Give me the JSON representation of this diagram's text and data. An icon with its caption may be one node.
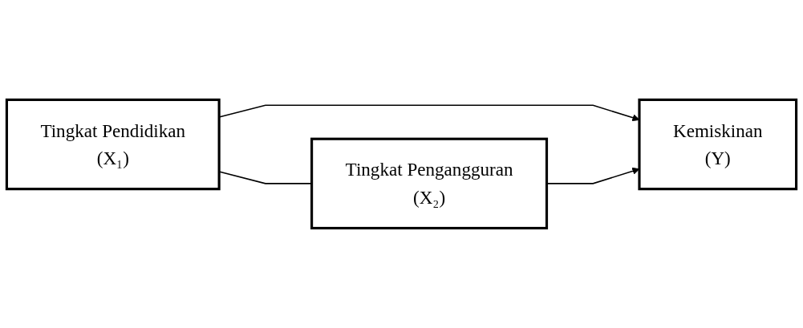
{
  "diagram": {
    "nodes": [
      {
        "text": [
          "Tingkat Pendidikan",
          "(X₁)"
        ]
      },
      {
        "text": [
          "Tingkat Pengangguran",
          "(X₂)"
        ]
      },
      {
        "text": [
          "Kemiskinan",
          "(Y)"
        ]
      }
    ],
    "edges": [
      {
        "from": 0,
        "to": 2,
        "arrow": "to"
      },
      {
        "from": 1,
        "to": 2,
        "arrow": "to"
      },
      {
        "from": 0,
        "to": 1,
        "arrow": "none"
      }
    ]
  }
}
